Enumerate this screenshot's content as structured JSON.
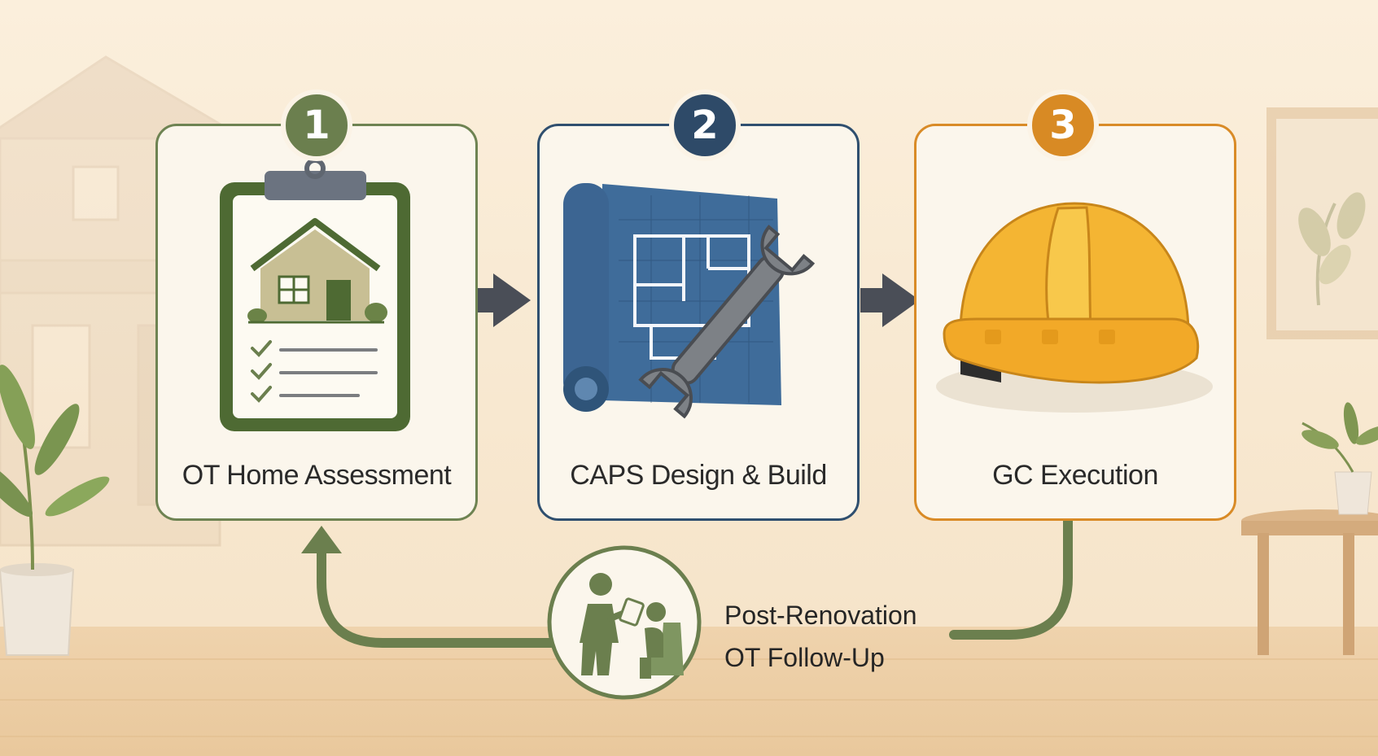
{
  "steps": [
    {
      "number": "1",
      "label": "OT Home Assessment",
      "color": "#6b7f4e",
      "icon": "clipboard-house-checklist-icon"
    },
    {
      "number": "2",
      "label": "CAPS Design & Build",
      "color": "#2e4a68",
      "icon": "blueprint-wrench-icon"
    },
    {
      "number": "3",
      "label": "GC Execution",
      "color": "#d88a24",
      "icon": "hard-hat-icon"
    }
  ],
  "followup": {
    "line1": "Post-Renovation",
    "line2": "OT Follow-Up",
    "icon": "therapist-client-icon",
    "color": "#6b7f4e"
  },
  "colors": {
    "background": "#f7ead6",
    "card": "#fbf6ec",
    "arrow": "#4a4e57"
  }
}
